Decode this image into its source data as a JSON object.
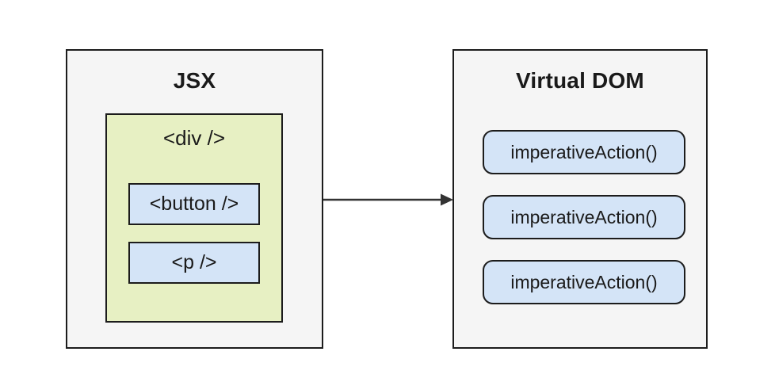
{
  "diagram": {
    "jsx_panel": {
      "title": "JSX",
      "div_node": {
        "label": "<div />"
      },
      "children": [
        {
          "label": "<button />"
        },
        {
          "label": "<p />"
        }
      ]
    },
    "vdom_panel": {
      "title": "Virtual DOM",
      "actions": [
        "imperativeAction()",
        "imperativeAction()",
        "imperativeAction()"
      ]
    },
    "colors": {
      "page_bg": "#ffffff",
      "panel_bg": "#f5f5f5",
      "border": "#1c1c1c",
      "jsx_tree_bg": "#e7f0c3",
      "node_bg": "#d4e4f7",
      "text": "#1a1a1a",
      "arrow": "#333333"
    }
  }
}
